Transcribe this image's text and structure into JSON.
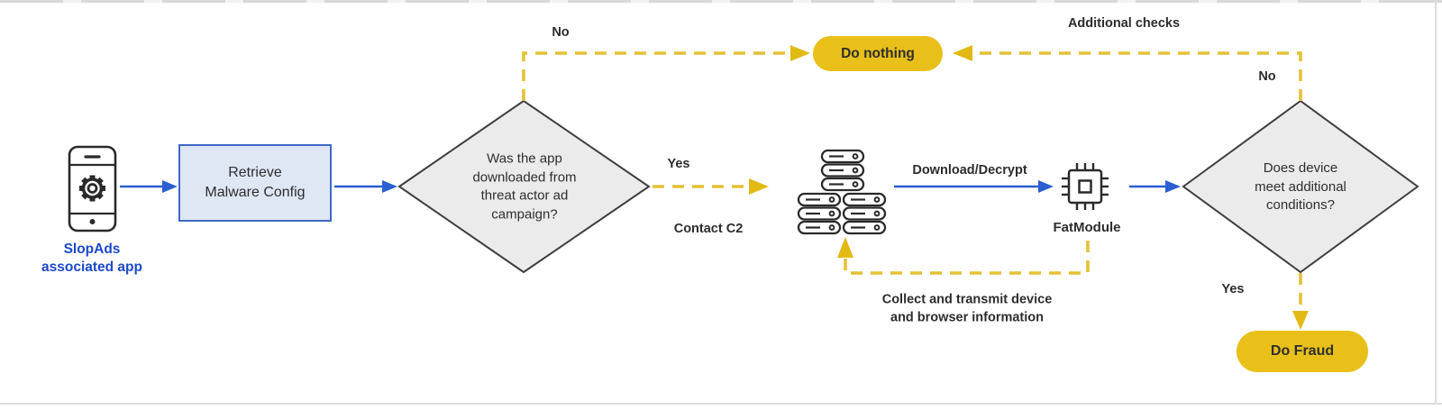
{
  "nodes": {
    "app": {
      "label": "SlopAds\nassociated app",
      "icon": "smartphone-gear-icon"
    },
    "retrieve": {
      "label": "Retrieve\nMalware Config"
    },
    "decision1": {
      "label": "Was the app\ndownloaded from\nthreat actor ad\ncampaign?"
    },
    "do_nothing": {
      "label": "Do nothing"
    },
    "c2_servers": {
      "icon": "server-stack-icon"
    },
    "fatmodule": {
      "label": "FatModule",
      "icon": "chip-icon"
    },
    "decision2": {
      "label": "Does device\nmeet additional\nconditions?"
    },
    "do_fraud": {
      "label": "Do Fraud"
    }
  },
  "edges": {
    "no_top": {
      "label": "No"
    },
    "additional_checks": {
      "label": "Additional checks"
    },
    "no_right": {
      "label": "No"
    },
    "yes_left": {
      "label": "Yes"
    },
    "contact_c2": {
      "label": "Contact C2"
    },
    "download_decrypt": {
      "label": "Download/Decrypt"
    },
    "collect_transmit": {
      "label": "Collect and transmit device\nand browser information"
    },
    "yes_bottom": {
      "label": "Yes"
    }
  },
  "colors": {
    "arrow_blue": "#2b5ed0",
    "arrow_yellow": "#e4c136",
    "pill_yellow": "#e8c019",
    "diamond_fill": "#ebebeb",
    "diamond_border": "#3e3e3e",
    "box_fill": "#dfe7f5",
    "box_border": "#4068c6",
    "app_label_blue": "#1d49c8",
    "text_dark": "#2d2d2d"
  }
}
